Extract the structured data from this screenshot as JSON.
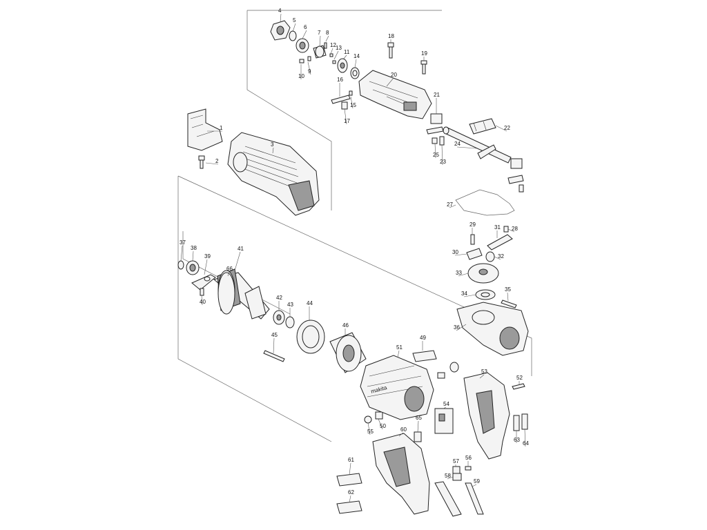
{
  "diagram": {
    "type": "exploded-parts-view",
    "brand_text": "makita",
    "labels": [
      "1",
      "2",
      "3",
      "4",
      "5",
      "6",
      "7",
      "8",
      "9",
      "10",
      "11",
      "12",
      "13",
      "14",
      "15",
      "16",
      "17",
      "18",
      "19",
      "20",
      "21",
      "22",
      "23",
      "24",
      "25",
      "27",
      "28",
      "29",
      "30",
      "31",
      "32",
      "33",
      "34",
      "35",
      "36",
      "37",
      "38",
      "39",
      "40",
      "41",
      "42",
      "43",
      "44",
      "45",
      "46",
      "49",
      "50",
      "51",
      "52",
      "53",
      "54",
      "55",
      "56",
      "57",
      "58",
      "59",
      "60",
      "61",
      "62",
      "63",
      "64",
      "65",
      "66"
    ]
  }
}
